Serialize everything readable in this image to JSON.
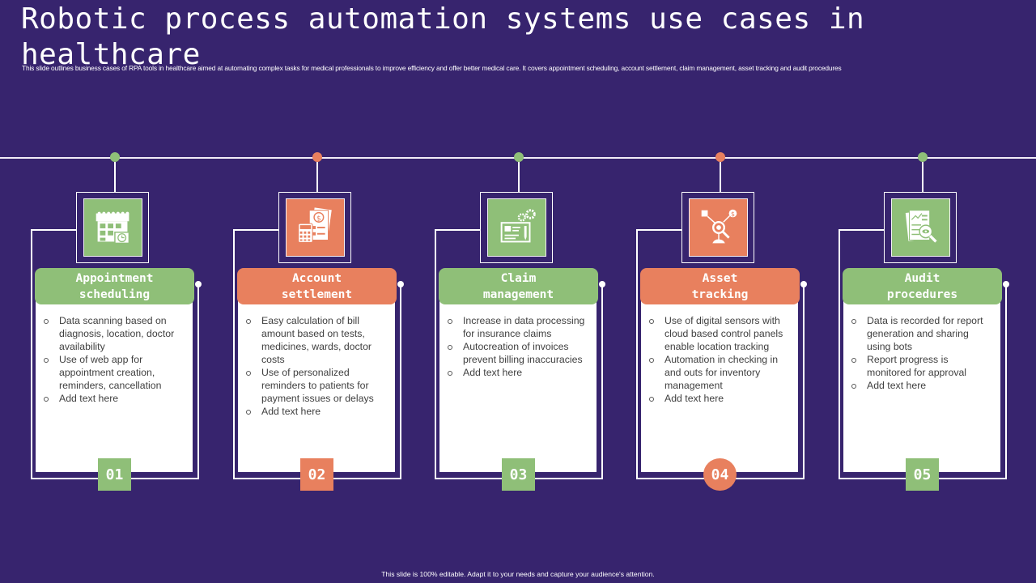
{
  "title": "Robotic process automation systems use cases in healthcare",
  "subtitle": "This slide outlines business cases of RPA tools in healthcare aimed at automating complex tasks for medical professionals to improve efficiency and offer better medical care. It covers appointment scheduling, account settlement, claim management, asset tracking and audit procedures",
  "footer": "This slide is 100% editable. Adapt it to your needs and capture your audience's attention.",
  "colors": {
    "background": "#37246e",
    "green": "#8fbf78",
    "orange": "#e8805e",
    "white": "#ffffff"
  },
  "steps": [
    {
      "number": "01",
      "color": "green",
      "icon": "calendar-clock-icon",
      "heading": [
        "Appointment",
        "scheduling"
      ],
      "bullets": [
        "Data scanning based on diagnosis, location, doctor availability",
        "Use of web app for appointment creation, reminders, cancellation",
        "Add text here"
      ],
      "badge_shape": "square"
    },
    {
      "number": "02",
      "color": "orange",
      "icon": "bill-calculator-icon",
      "heading": [
        "Account",
        "settlement"
      ],
      "bullets": [
        "Easy calculation of bill amount based on tests, medicines, wards, doctor costs",
        "Use of personalized reminders to patients for payment issues or delays",
        "Add text here"
      ],
      "badge_shape": "square"
    },
    {
      "number": "03",
      "color": "green",
      "icon": "claim-form-gears-icon",
      "heading": [
        "Claim",
        "management"
      ],
      "bullets": [
        "Increase in data processing for insurance claims",
        "Autocreation of invoices prevent billing inaccuracies",
        "Add text here"
      ],
      "badge_shape": "square"
    },
    {
      "number": "04",
      "color": "orange",
      "icon": "asset-tracking-network-icon",
      "heading": [
        "Asset",
        "tracking"
      ],
      "bullets": [
        "Use of digital sensors with cloud based control panels enable location tracking",
        "Automation in checking in and outs for inventory management",
        "Add text here"
      ],
      "badge_shape": "circle"
    },
    {
      "number": "05",
      "color": "green",
      "icon": "audit-report-magnifier-icon",
      "heading": [
        "Audit",
        "procedures"
      ],
      "bullets": [
        "Data is recorded for report generation and sharing using bots",
        "Report progress is monitored for approval",
        "Add text here"
      ],
      "badge_shape": "square"
    }
  ]
}
